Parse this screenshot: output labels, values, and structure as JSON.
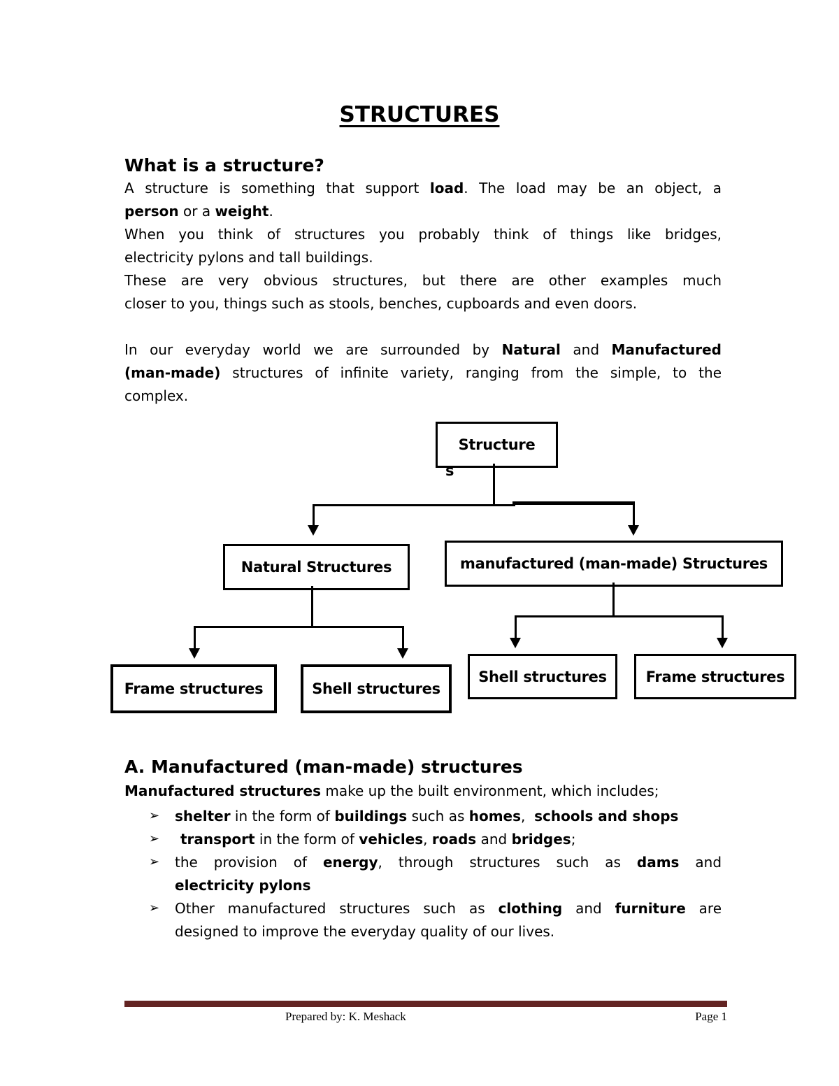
{
  "title": "STRUCTURES",
  "intro": {
    "q_heading": "What is a structure?",
    "lines": [
      {
        "seg": [
          {
            "t": "A structure is something that support "
          },
          {
            "t": "load",
            "b": true
          },
          {
            "t": ". The load may be an object, a"
          }
        ]
      },
      {
        "seg": [
          {
            "t": "person",
            "b": true
          },
          {
            "t": " or a "
          },
          {
            "t": "weight",
            "b": true
          },
          {
            "t": "."
          }
        ]
      },
      {
        "seg": [
          {
            "t": "When you think of structures you probably think of things like bridges,"
          }
        ]
      },
      {
        "seg": [
          {
            "t": "electricity pylons and tall buildings."
          }
        ]
      },
      {
        "seg": [
          {
            "t": "These are very obvious structures, but there are other examples much"
          }
        ]
      },
      {
        "seg": [
          {
            "t": "closer to you, things such as stools, benches, cupboards and even doors."
          }
        ]
      },
      {
        "seg": [
          {
            "t": "In our everyday world we are surrounded by "
          },
          {
            "t": "Natural",
            "b": true
          },
          {
            "t": " and "
          },
          {
            "t": "Manufactured",
            "b": true
          }
        ]
      },
      {
        "seg": [
          {
            "t": "(man-made)",
            "b": true
          },
          {
            "t": " structures of infinite variety, ranging from the simple, to the"
          }
        ]
      },
      {
        "seg": [
          {
            "t": "complex."
          }
        ]
      }
    ]
  },
  "diagram": {
    "root_label": "Structure",
    "root_overflow": "s",
    "natural_label": "Natural Structures",
    "manufactured_label": "manufactured (man-made) Structures",
    "left_children": [
      "Frame structures",
      "Shell structures"
    ],
    "right_children": [
      "Shell structures",
      "Frame structures"
    ]
  },
  "section_a": {
    "heading": "A. Manufactured (man-made) structures",
    "intro_line": [
      {
        "t": "Manufactured structures",
        "b": true
      },
      {
        "t": " make up the built environment, which includes;"
      }
    ],
    "bullet_marker": "➢",
    "bullets": [
      {
        "lines": [
          {
            "seg": [
              {
                "t": "shelter",
                "b": true
              },
              {
                "t": " in the form of "
              },
              {
                "t": "buildings",
                "b": true
              },
              {
                "t": " such as "
              },
              {
                "t": "homes",
                "b": true
              },
              {
                "t": ",  "
              },
              {
                "t": "schools and shops",
                "b": true
              }
            ]
          }
        ]
      },
      {
        "lines": [
          {
            "seg": [
              {
                "t": "transport",
                "b": true
              },
              {
                "t": " in the form of "
              },
              {
                "t": "vehicles",
                "b": true
              },
              {
                "t": ", "
              },
              {
                "t": "roads",
                "b": true
              },
              {
                "t": " and "
              },
              {
                "t": "bridges",
                "b": true
              },
              {
                "t": ";"
              }
            ]
          }
        ]
      },
      {
        "lines": [
          {
            "seg": [
              {
                "t": "the provision of "
              },
              {
                "t": "energy",
                "b": true
              },
              {
                "t": ", through structures such as "
              },
              {
                "t": "dams",
                "b": true
              },
              {
                "t": " and"
              }
            ]
          },
          {
            "seg": [
              {
                "t": "electricity pylons",
                "b": true
              }
            ]
          }
        ]
      },
      {
        "lines": [
          {
            "seg": [
              {
                "t": "Other manufactured structures such as "
              },
              {
                "t": "clothing",
                "b": true
              },
              {
                "t": " and "
              },
              {
                "t": "furniture",
                "b": true
              },
              {
                "t": " are"
              }
            ]
          },
          {
            "seg": [
              {
                "t": "designed to improve the everyday quality of our lives."
              }
            ]
          }
        ]
      }
    ]
  },
  "footer": {
    "prepared_by": "Prepared by: K. Meshack",
    "page": "Page 1",
    "bar_color": "#632423"
  }
}
